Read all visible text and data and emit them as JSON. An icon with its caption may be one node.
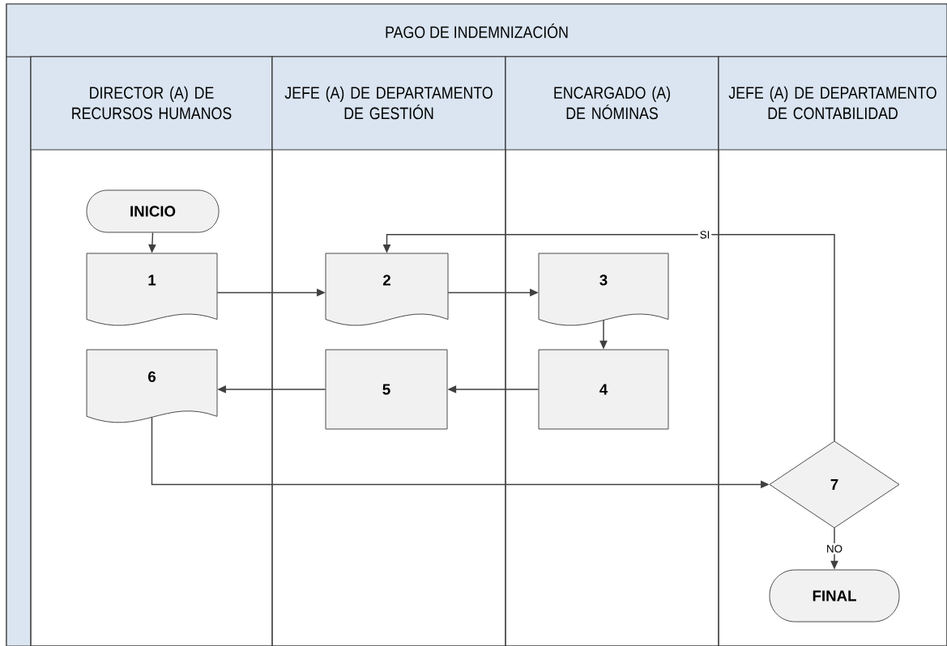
{
  "diagram": {
    "nodes": [
      {
        "text": [
          "PAGO DE INDEMNIZACIÓN"
        ]
      },
      {
        "text": [
          "DIRECTOR (A) DE RECURSOS HUMANOS"
        ],
        "in": 0
      },
      {
        "text": [
          "JEFE (A) DE DEPARTAMENTO DE GESTIÓN"
        ],
        "in": 0
      },
      {
        "text": [
          "ENCARGADO (A) DE NÓMINAS"
        ],
        "in": 0
      },
      {
        "text": [
          "JEFE (A) DE DEPARTAMENTO DE CONTABILIDAD"
        ],
        "in": 0
      },
      {
        "text": [
          "INICIO"
        ],
        "in": 1
      },
      {
        "text": [
          "1"
        ],
        "in": 1
      },
      {
        "text": [
          "2"
        ],
        "in": 2
      },
      {
        "text": [
          "3"
        ],
        "in": 3
      },
      {
        "text": [
          "6"
        ],
        "in": 1
      },
      {
        "text": [
          "5"
        ],
        "in": 2
      },
      {
        "text": [
          "4"
        ],
        "in": 3
      },
      {
        "text": [
          "7"
        ],
        "in": 4
      },
      {
        "text": [
          "FINAL"
        ],
        "in": 4
      }
    ],
    "edges": [
      {
        "from": 5,
        "to": 6,
        "arrow": "to"
      },
      {
        "from": 6,
        "to": 7,
        "arrow": "to"
      },
      {
        "from": 7,
        "to": 8,
        "arrow": "to"
      },
      {
        "from": 8,
        "to": 11,
        "arrow": "to"
      },
      {
        "from": 11,
        "to": 10,
        "arrow": "to"
      },
      {
        "from": 10,
        "to": 9,
        "arrow": "to"
      },
      {
        "from": 9,
        "to": 12,
        "arrow": "to"
      },
      {
        "from": 12,
        "to": 7,
        "label": "SI",
        "arrow": "to"
      },
      {
        "from": 12,
        "to": 13,
        "label": "NO",
        "arrow": "to"
      }
    ]
  }
}
